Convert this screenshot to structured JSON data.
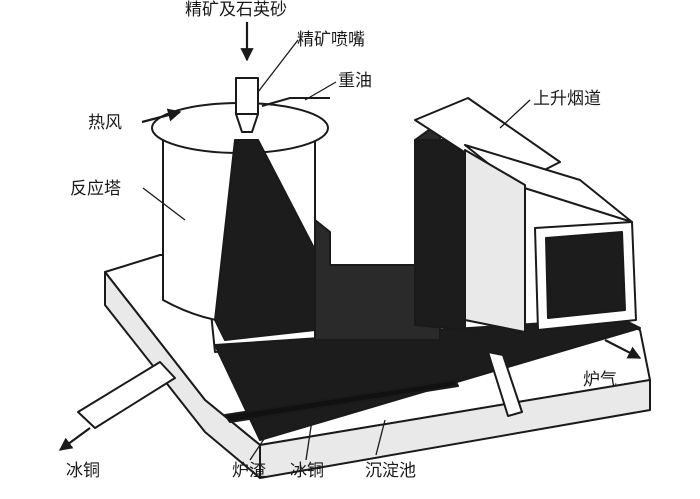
{
  "labels": {
    "concentrate_sand": "精矿及石英砂",
    "nozzle": "精矿喷嘴",
    "heavy_oil": "重油",
    "hot_air": "热风",
    "uptake_flue": "上升烟道",
    "reaction_shaft": "反应塔",
    "furnace_gas": "炉气",
    "matte_left": "冰铜",
    "slag": "炉渣",
    "matte_bottom": "冰铜",
    "settler": "沉淀池"
  },
  "colors": {
    "line": "#1a1a1a",
    "molten": "#1c1c1c",
    "wall": "#ffffff",
    "wall_side": "#e9e9e9"
  }
}
